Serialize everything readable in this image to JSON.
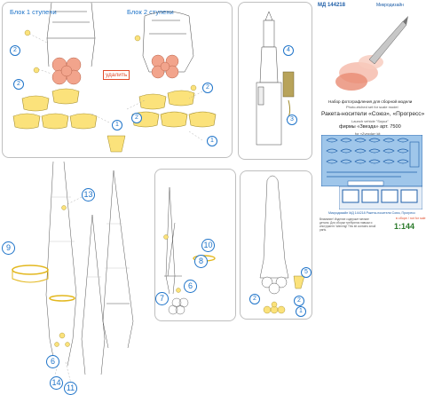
{
  "panel1": {
    "label_stage1": "Блок 1 ступени",
    "label_stage2": "Блок 2 ступени",
    "remove_label": "удалить",
    "callouts": [
      "2",
      "2",
      "2",
      "2",
      "1",
      "1"
    ]
  },
  "panel2": {
    "callouts": [
      "4",
      "3"
    ]
  },
  "info": {
    "article": "МД 144218",
    "brand": "Микродизайн",
    "kit_title": "Набор фотографления для сборной модели",
    "kit_title_en": "Photo-etched set for scale model",
    "rocket_title": "Ракета-носители «Союз», «Прогресс»",
    "rocket_title_en": "Launch vehicle \"Soyuz\"",
    "maker": "фирмы «Звезда» арт. 7500",
    "maker_en": "for «Zvezda» kit",
    "scale": "1:144",
    "fret_label": "Микродизайн  МД 144218  Ракета-носители Союз, Прогресс",
    "warning": "Внимание! Изделие содержит мелкие детали. Для сборки требуются навыки и инструмент. Warning! This kit contains small parts.",
    "sale": "в сборе / not for sale"
  },
  "panel3": {
    "callouts": [
      "9",
      "13",
      "6",
      "14",
      "11"
    ]
  },
  "panel4": {
    "callouts": [
      "10",
      "8",
      "7",
      "6"
    ]
  },
  "panel5": {
    "callouts": [
      "5",
      "2",
      "2",
      "1"
    ]
  },
  "colors": {
    "callout": "#1f74c9",
    "fret": "#9fc6ea",
    "fret_dark": "#1f5fa8",
    "yellow": "#fbe27b",
    "salmon": "#f2a48c",
    "remove": "#e14b2a"
  }
}
